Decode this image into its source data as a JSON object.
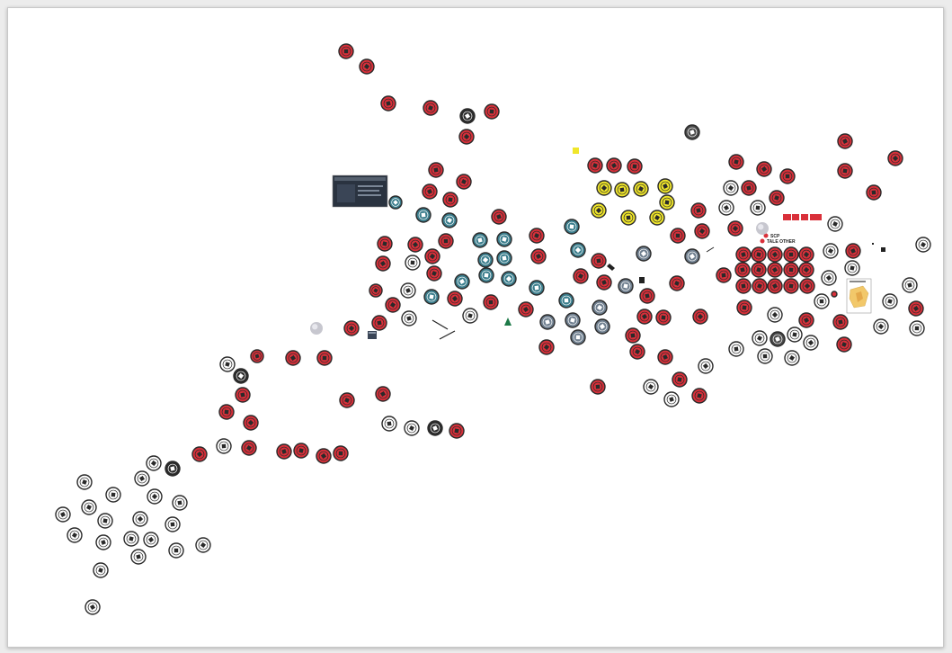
{
  "colors": {
    "red": "#d9303a",
    "dark": "#2a2a2a",
    "light": "#ffffff",
    "teal": "#3a7d8c",
    "slate": "#6f7f8f",
    "yellow": "#f0e62a",
    "grey": "#c7c7cf",
    "gray_dark": "#4a4a4a",
    "green": "#1d7a48",
    "pink": "#f06a6a"
  },
  "legend": {
    "scp_label": "SCP",
    "tale_label": "TALE OTHER"
  },
  "icon_names": [
    "scp-badge-icon",
    "tale-badge-icon",
    "mug-icon",
    "tree-icon",
    "screenshot-thumbnail",
    "map-thumbnail"
  ]
}
